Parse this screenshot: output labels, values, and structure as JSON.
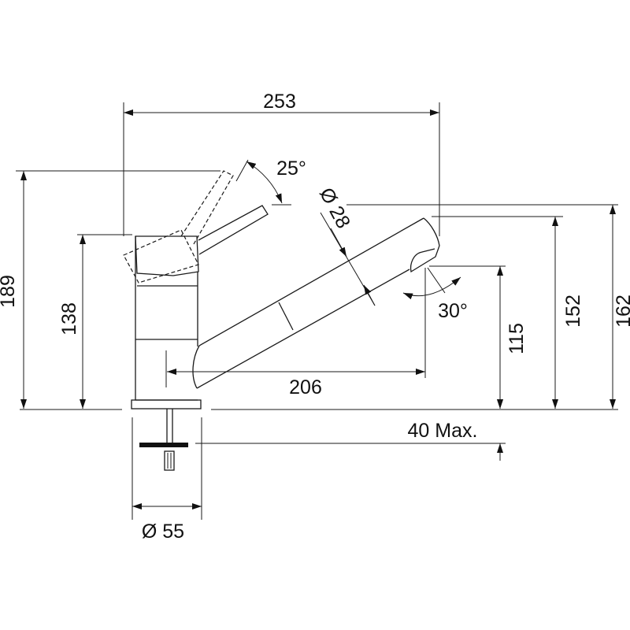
{
  "drawing": {
    "dimensions": {
      "overall_width": "253",
      "total_height": "189",
      "body_height": "138",
      "spout_top_height": "152",
      "max_height": "162",
      "spout_outlet_height": "115",
      "spout_reach": "206",
      "max_counter_thickness": "40 Max.",
      "base_diameter": "Ø 55",
      "spout_diameter": "Ø 28",
      "lever_angle": "25°",
      "spout_swivel_angle": "30°"
    }
  }
}
